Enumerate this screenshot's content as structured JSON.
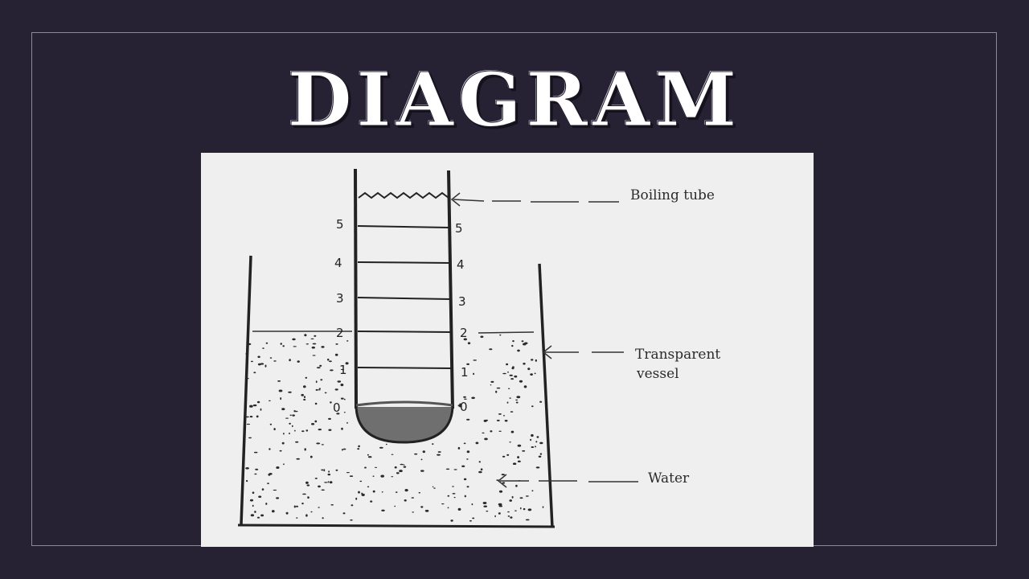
{
  "slide": {
    "title": "DIAGRAM"
  },
  "diagram": {
    "labels": {
      "boiling_tube": "Boiling tube",
      "transparent_vessel_line1": "Transparent",
      "transparent_vessel_line2": "vessel",
      "water": "Water"
    },
    "scale_marks": [
      "0",
      "1",
      "2",
      "3",
      "4",
      "5"
    ]
  },
  "colors": {
    "background": "#262233",
    "frame": "#8d8a98",
    "panel": "#efefef",
    "ink": "#222222"
  }
}
